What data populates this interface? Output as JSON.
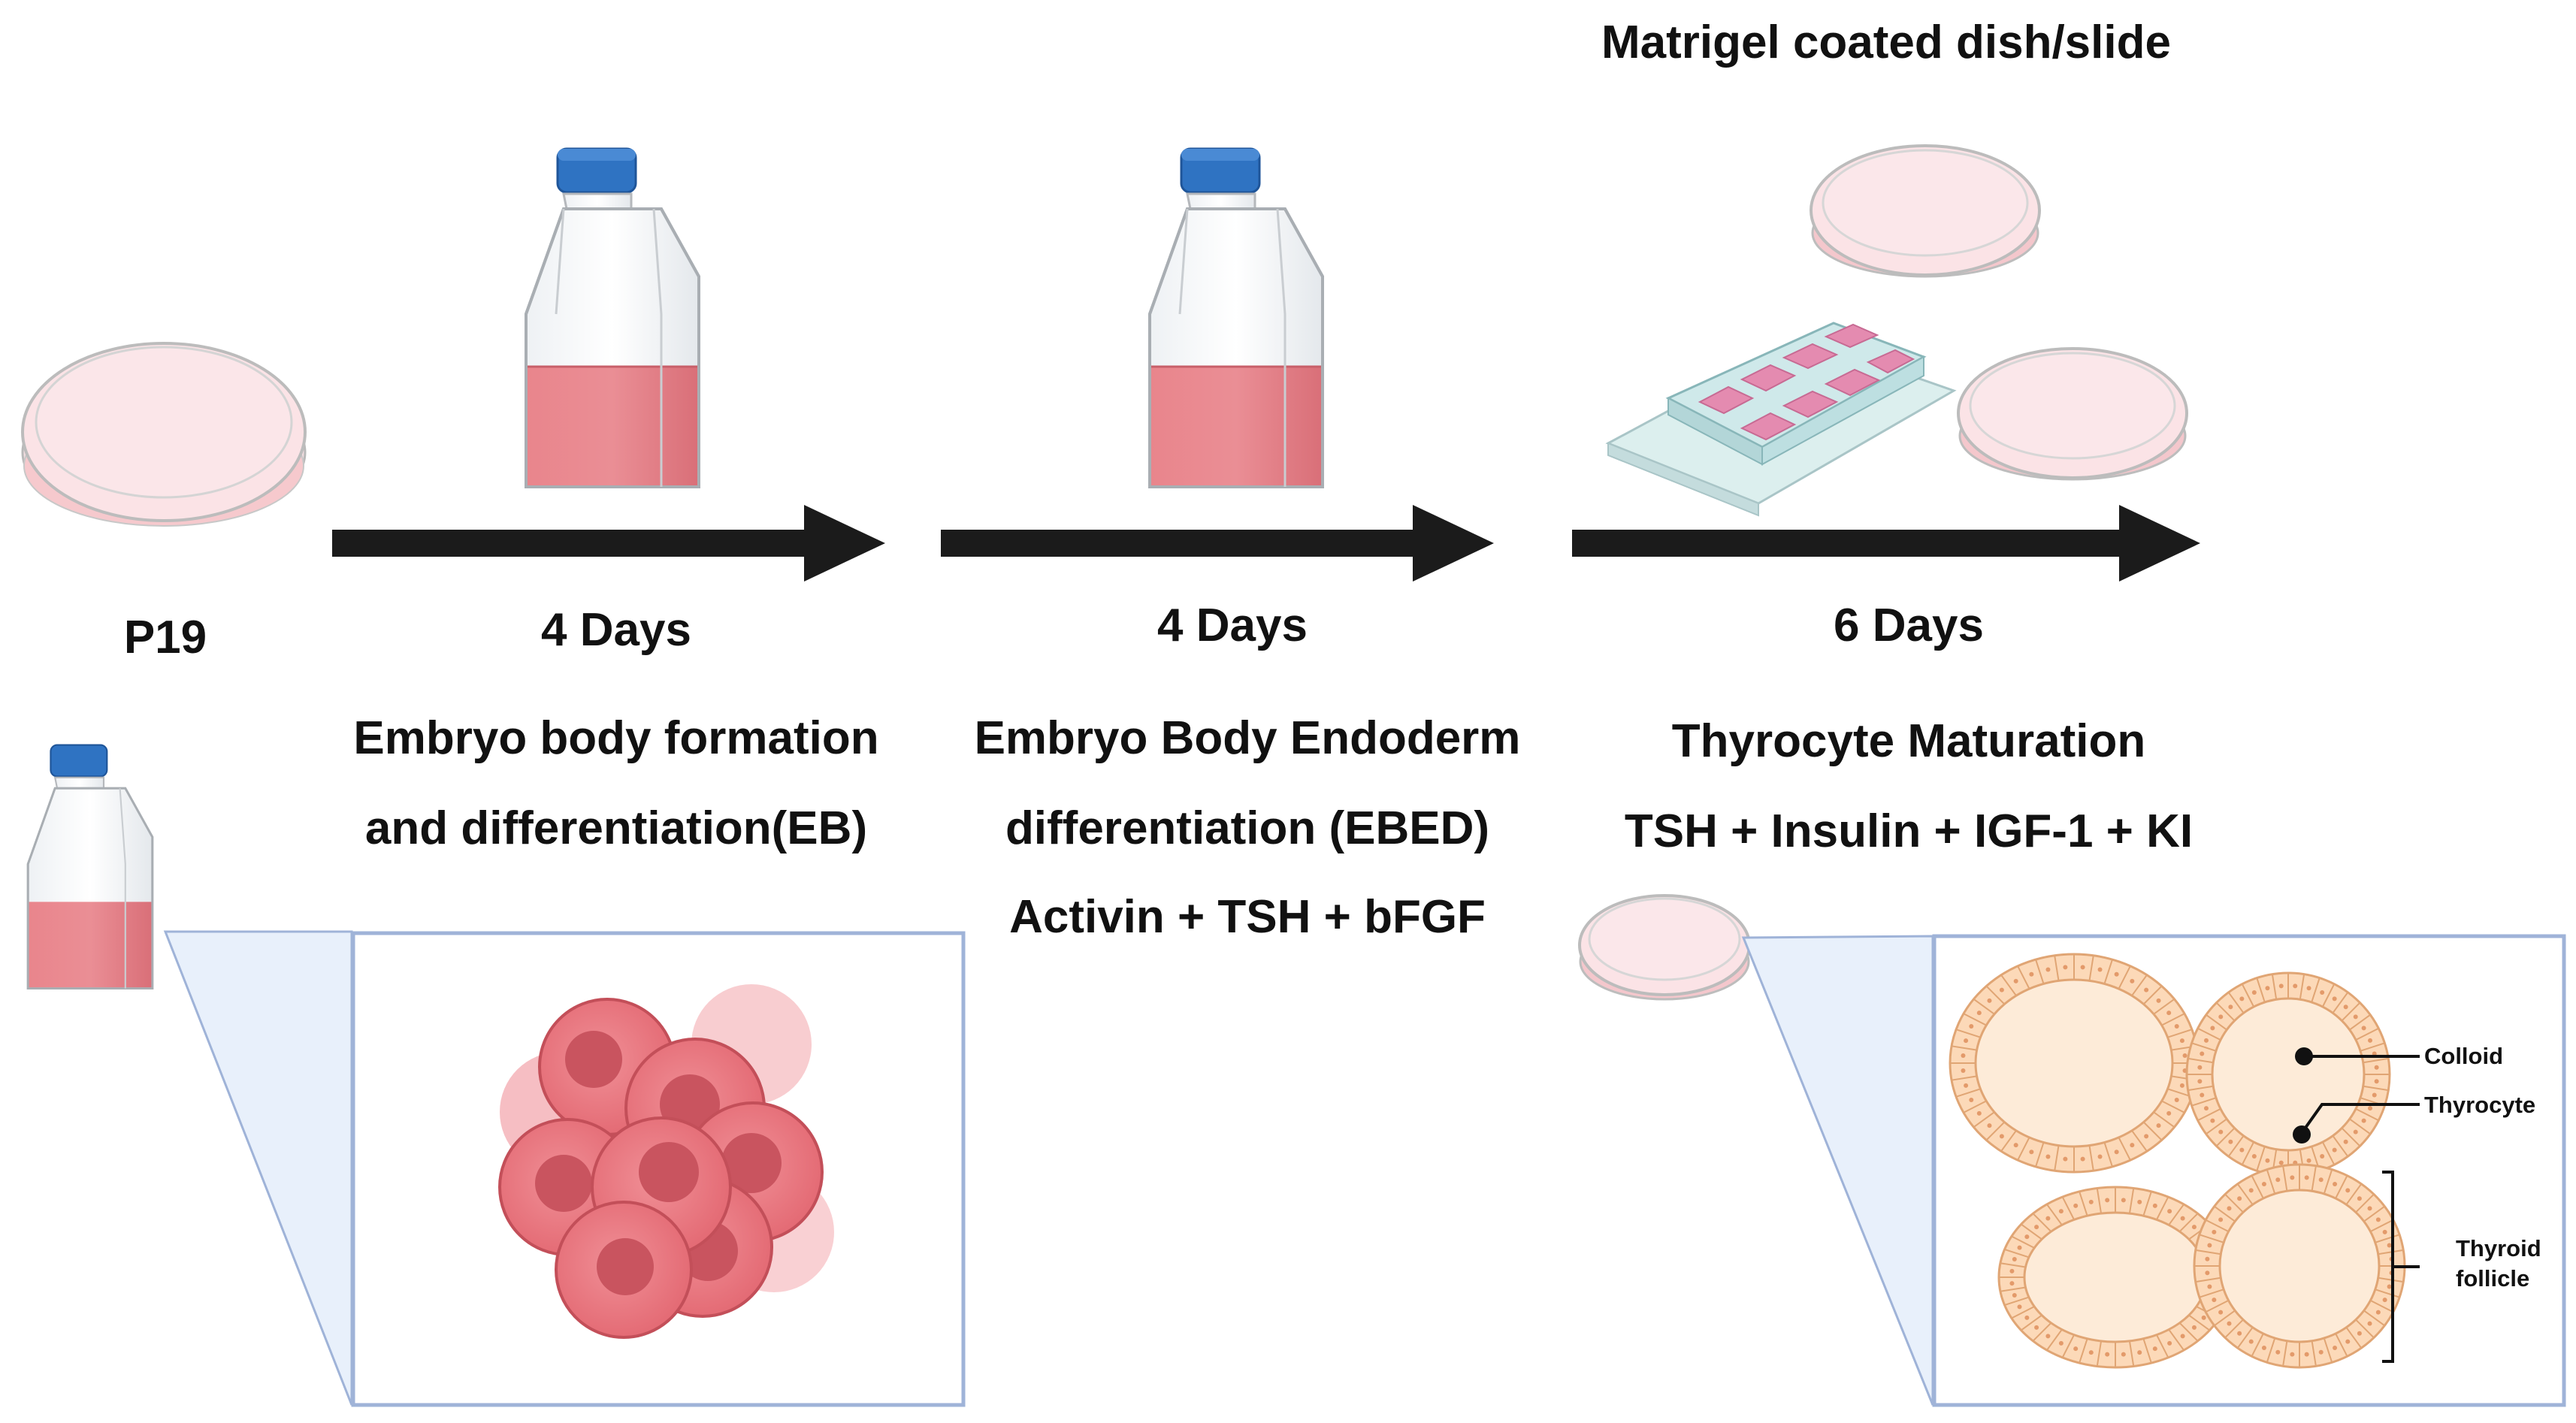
{
  "labels": {
    "start_label": "P19",
    "top_header": "Matrigel coated dish/slide"
  },
  "stages": [
    {
      "duration": "4 Days",
      "line1": "Embryo body formation",
      "line2": "and differentiation(EB)",
      "line3": ""
    },
    {
      "duration": "4 Days",
      "line1": "Embryo Body Endoderm",
      "line2": "differentiation (EBED)",
      "line3": "Activin + TSH + bFGF"
    },
    {
      "duration": "6 Days",
      "line1": "Thyrocyte Maturation",
      "line2": "TSH + Insulin + IGF-1 + KI",
      "line3": ""
    }
  ],
  "annotations": {
    "colloid": "Colloid",
    "thyrocyte": "Thyrocyte",
    "follicle_line1": "Thyroid",
    "follicle_line2": "follicle"
  },
  "colors": {
    "arrow": "#1b1b1b",
    "media": "#e9858c",
    "dish_fill": "#fbe3e6",
    "cap": "#2f73c2",
    "panel_border": "#9fb3d8",
    "panel_zoom": "#e8f0fb",
    "cell": "#e8717b",
    "cell_nucleus": "#c9545f",
    "follicle_cell": "#fcd9b8",
    "colloid": "#fdebd8"
  }
}
